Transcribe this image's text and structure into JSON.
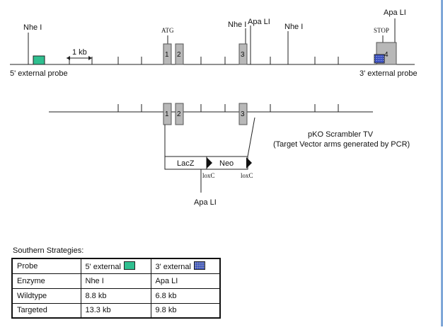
{
  "top_map": {
    "labels": {
      "nhe1_left": "Nhe I",
      "atg": "ATG",
      "nhe1_mid": "Nhe I",
      "apa1_mid": "Apa LI",
      "nhe1_right": "Nhe I",
      "stop": "STOP",
      "apa1_right": "Apa LI",
      "scale": "1 kb",
      "probe5": "5' external probe",
      "probe3": "3' external probe"
    },
    "exons": [
      "1",
      "2",
      "3",
      "4"
    ],
    "probe_colors": {
      "five_prime": "#2fbf8f",
      "three_prime": "#3a4fbf"
    }
  },
  "vector": {
    "exons": [
      "1",
      "2",
      "3"
    ],
    "title": "pKO Scrambler TV",
    "subtitle": "(Target Vector arms generated by PCR)",
    "lacz": "LacZ",
    "neo": "Neo",
    "loxc_left": "loxC",
    "loxc_right": "loxC",
    "apa1": "Apa LI"
  },
  "southern": {
    "title": "Southern Strategies:",
    "rows": [
      {
        "label": "Probe",
        "col5": "5' external",
        "col3": "3' external"
      },
      {
        "label": "Enzyme",
        "col5": "Nhe I",
        "col3": "Apa LI"
      },
      {
        "label": "Wildtype",
        "col5": "8.8 kb",
        "col3": "6.8 kb"
      },
      {
        "label": "Targeted",
        "col5": "13.3 kb",
        "col3": "9.8 kb"
      }
    ]
  }
}
